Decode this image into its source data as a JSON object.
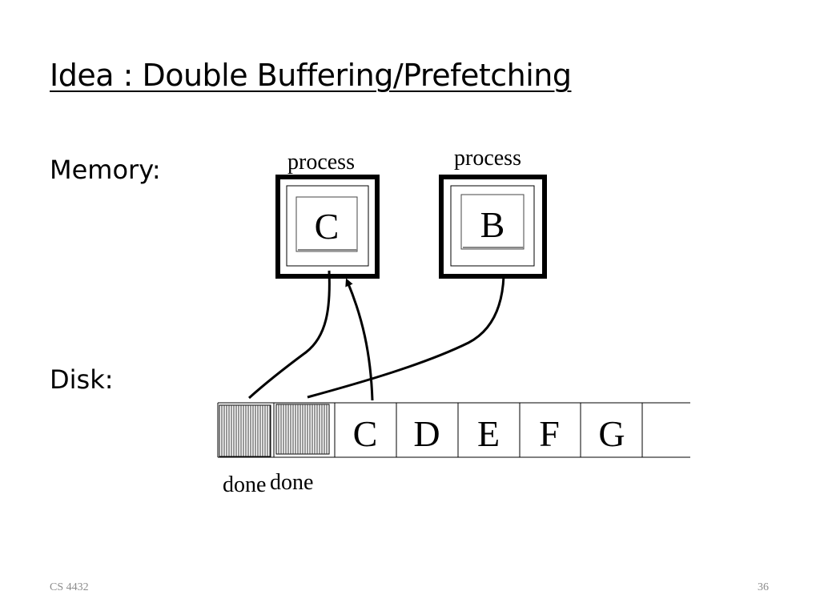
{
  "slide": {
    "title": "Idea :  Double Buffering/Prefetching",
    "memory_label": "Memory:",
    "disk_label": "Disk:"
  },
  "memory": {
    "buffers": [
      {
        "process_label": "process",
        "content": "C"
      },
      {
        "process_label": "process",
        "content": "B"
      }
    ]
  },
  "disk": {
    "done_labels": [
      "done",
      "done"
    ],
    "blocks": [
      "C",
      "D",
      "E",
      "F",
      "G",
      ""
    ]
  },
  "footer": {
    "course": "CS 4432",
    "page_number": "36"
  }
}
